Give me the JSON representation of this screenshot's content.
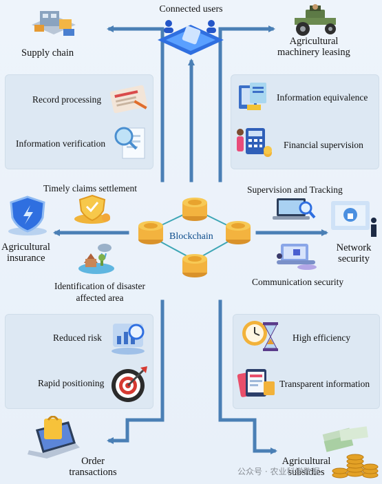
{
  "center": {
    "label": "Blockchain"
  },
  "nodes": {
    "connected_users": "Connected users",
    "supply_chain": "Supply chain",
    "machinery_leasing_l1": "Agricultural",
    "machinery_leasing_l2": "machinery leasing",
    "insurance_l1": "Agricultural",
    "insurance_l2": "insurance",
    "network_security_l1": "Network",
    "network_security_l2": "security",
    "order_l1": "Order",
    "order_l2": "transactions",
    "subsidies_l1": "Agricultural",
    "subsidies_l2": "subsidies"
  },
  "panels": {
    "top_left": [
      "Record processing",
      "Information verification"
    ],
    "top_right": [
      "Information equivalence",
      "Financial supervision"
    ],
    "bottom_left": [
      "Reduced risk",
      "Rapid positioning"
    ],
    "bottom_right": [
      "High efficiency",
      "Transparent information"
    ]
  },
  "side_labels": {
    "claims": "Timely claims settlement",
    "disaster_l1": "Identification of disaster",
    "disaster_l2": "affected area",
    "supervision": "Supervision and Tracking",
    "communication": "Communication security"
  },
  "watermark": "公众号 · 农业科学数据",
  "colors": {
    "arrow": "#4a7fb5",
    "panel": "#dde8f3",
    "blockchain_text": "#0a4a8a"
  }
}
